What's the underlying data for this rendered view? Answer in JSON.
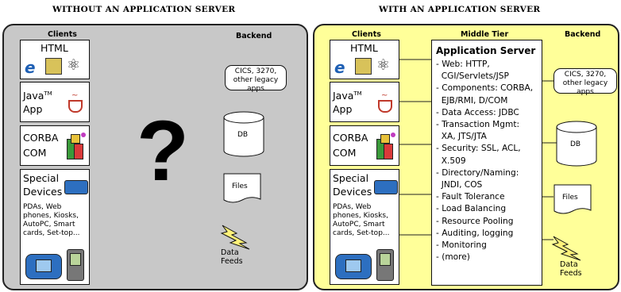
{
  "left": {
    "title": "WITHOUT AN APPLICATION SERVER",
    "clients_header": "Clients",
    "backend_header": "Backend",
    "question": "?"
  },
  "right": {
    "title": "WITH AN APPLICATION SERVER",
    "clients_header": "Clients",
    "middle_header": "Middle Tier",
    "backend_header": "Backend"
  },
  "clients": {
    "html": "HTML",
    "java_line1": "Java",
    "java_tm": "TM",
    "java_line2": "App",
    "corba_line1": "CORBA",
    "corba_line2": "COM",
    "special_line1": "Special",
    "special_line2": "Devices",
    "special_desc": "PDAs, Web phones, Kiosks, AutoPC, Smart cards, Set-top..."
  },
  "backend": {
    "legacy": "CICS, 3270, other legacy apps",
    "db": "DB",
    "files": "Files",
    "feeds_line1": "Data",
    "feeds_line2": "Feeds"
  },
  "app_server": {
    "title": "Application Server",
    "items": [
      "- Web: HTTP,",
      "  CGI/Servlets/JSP",
      "- Components: CORBA,",
      "  EJB/RMI, D/COM",
      "- Data Access: JDBC",
      "- Transaction Mgmt:",
      "  XA, JTS/JTA",
      "- Security: SSL, ACL,",
      "  X.509",
      "- Directory/Naming:",
      "  JNDI, COS",
      "- Fault Tolerance",
      "- Load Balancing",
      "- Resource Pooling",
      "- Auditing, logging",
      "- Monitoring",
      "- (more)"
    ]
  },
  "colors": {
    "left_bg": "#c8c8c8",
    "right_bg": "#ffff99",
    "ie_blue": "#1e5fb4",
    "java_red": "#c0392b",
    "device_blue": "#2d6fc0",
    "lightning_yellow": "#fff27a"
  }
}
